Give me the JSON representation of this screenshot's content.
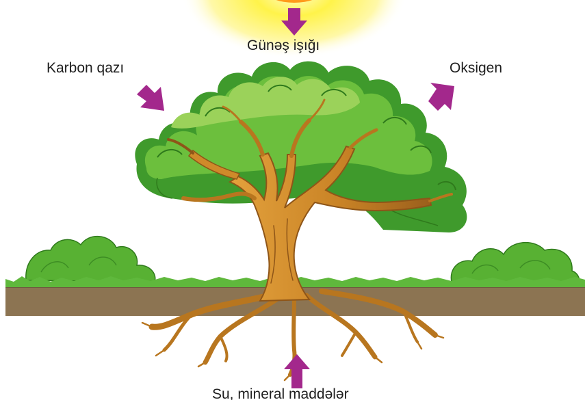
{
  "labels": {
    "sunlight": "Günəş işığı",
    "carbon_dioxide": "Karbon qazı",
    "oxygen": "Oksigen",
    "water_minerals": "Su, mineral maddələr"
  },
  "colors": {
    "arrow": "#a3288c",
    "sun_core": "#ff9a1a",
    "sun_glow": "#fff34a",
    "foliage_light": "#9bd25a",
    "foliage_mid": "#6cbf3d",
    "foliage_dark": "#3f9a2c",
    "trunk": "#cf8a2a",
    "trunk_shadow": "#8e5518",
    "soil": "#8c7452",
    "grass": "#5fb83c"
  }
}
